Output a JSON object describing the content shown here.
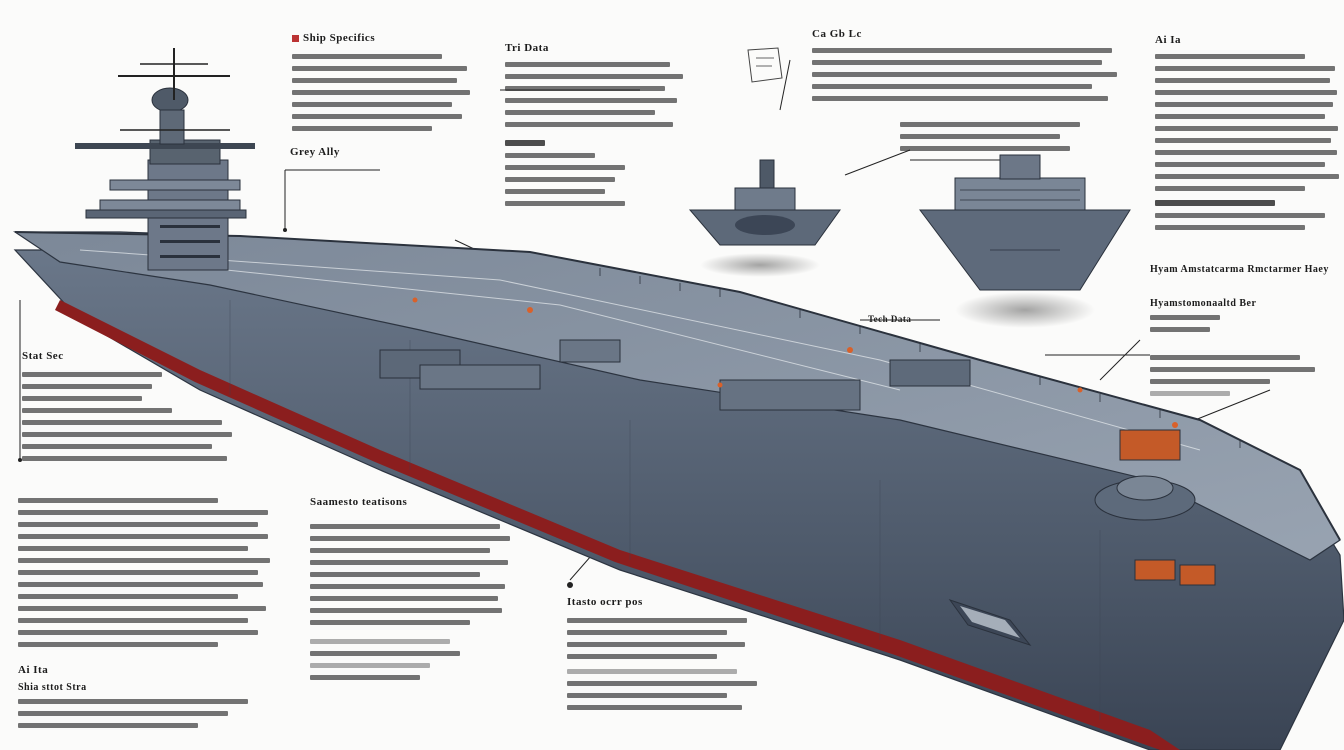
{
  "colors": {
    "hull": "#5f6c7e",
    "hull_shadow": "#3c4656",
    "deck": "#8591a0",
    "waterline_red": "#8b1e1e",
    "leader": "#222222",
    "accent_orange": "#d9612a",
    "paper": "#fbfbfa"
  },
  "labels": {
    "top_left_heading": "Ship Specifics",
    "mid_heading": "Tri Data",
    "top_mid_heading": "Ca Gb Lc",
    "top_right_heading": "Ai Ia",
    "left_caption": "Stat Sec",
    "island_caption": "Grey Ally",
    "mid_right_caption": "Tech Data",
    "right_caption_1": "Hyam Amstatcarma Rmctarmer Haey",
    "right_caption_2": "Hyamstomonaaltd Ber",
    "center_heading": "Saamesto teatisons",
    "bottom_left_heading": "Ai Ita",
    "bottom_center_heading": "Itasto ocrr pos",
    "bottom_left_sub": "Shia sttot Stra"
  }
}
